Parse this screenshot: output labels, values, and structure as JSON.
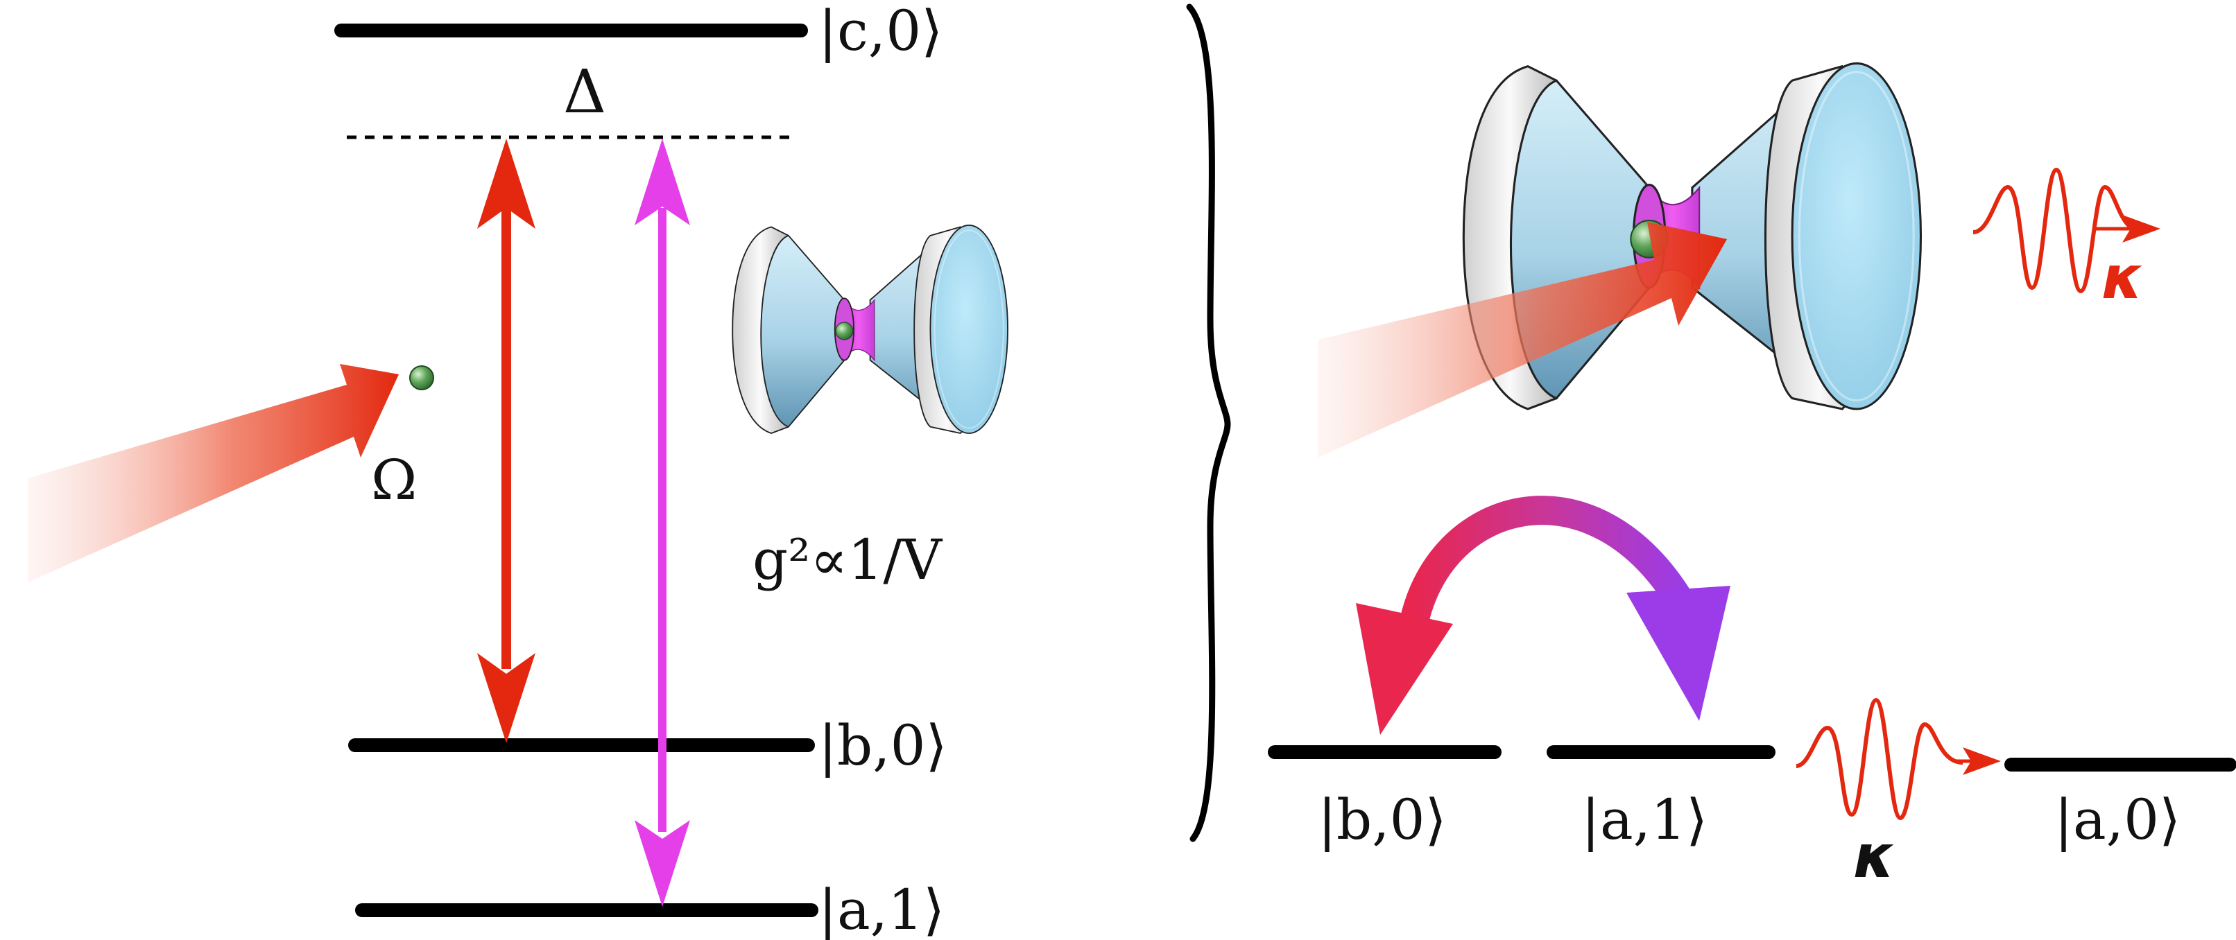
{
  "left_panel": {
    "levels": {
      "c0": "|c,0⟩",
      "b0": "|b,0⟩",
      "a1": "|a,1⟩"
    },
    "detuning": "Δ",
    "rabi": "Ω",
    "coupling": "g²∝1/V"
  },
  "right_panel": {
    "levels": {
      "b0": "|b,0⟩",
      "a1": "|a,1⟩",
      "a0": "|a,0⟩"
    },
    "decay_top": "κ",
    "decay_bottom": "κ"
  },
  "colors": {
    "pump_red": "#e3280f",
    "cavity_magenta": "#e43fe8",
    "mirror_blue": "#a9dcf0",
    "mirror_rim": "#e8e8e8",
    "atom_green": "#4f9a4f",
    "arc_start": "#e8264e",
    "arc_end": "#9b3ce8",
    "photon_red": "#e3280f"
  }
}
